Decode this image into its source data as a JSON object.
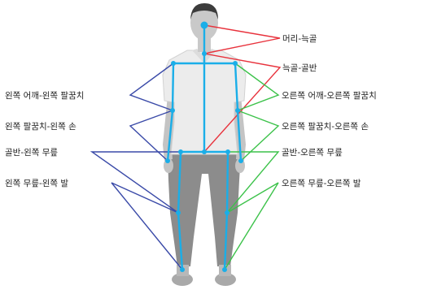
{
  "labels": {
    "head_neck": "머리-늑골",
    "neck_pelvis": "늑골-골반",
    "left_shoulder_elbow": "왼쪽 어깨-왼쪽 팔꿈치",
    "left_elbow_hand": "왼쪽 팔꿈치-왼쪽 손",
    "left_pelvis_knee": "골반-왼쪽 무릎",
    "left_knee_foot": "왼쪽 무릎-왼쪽 발",
    "right_shoulder_elbow": "오른쪽 어깨-오른쪽 팔꿈치",
    "right_elbow_hand": "오른쪽 팔꿈치-오른쪽 손",
    "right_pelvis_knee": "골반-오른쪽 무릎",
    "right_knee_foot": "오른쪽 무릎-오른쪽 발"
  },
  "colors": {
    "center_lines": "#e8323c",
    "left_lines": "#3a4aa8",
    "right_lines": "#3cc24a",
    "skeleton": "#1aaee8",
    "figure_shirt": "#e9e9e9",
    "figure_pants": "#8c8c8c",
    "figure_skin": "#bdbdbd",
    "figure_hair": "#3c3c3c"
  }
}
